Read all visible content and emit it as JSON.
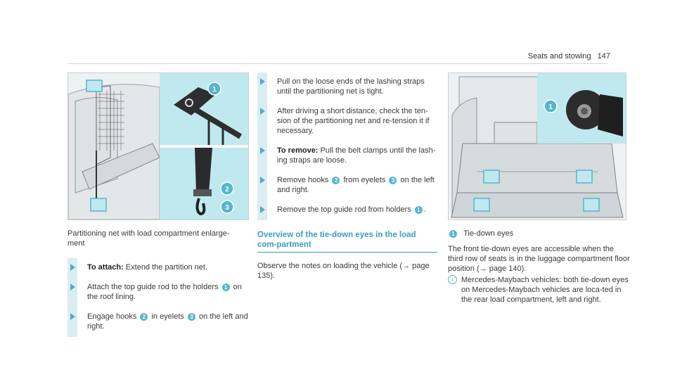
{
  "header": {
    "section": "Seats and stowing",
    "page": "147"
  },
  "figure1": {
    "callouts": [
      "1",
      "2",
      "3"
    ],
    "caption": "Partitioning net with load compartment enlarge-\nment"
  },
  "column1": {
    "steps": [
      {
        "bold": "To attach:",
        "text": " Extend the partition net."
      },
      {
        "pre": "Attach the top guide rod to the holders ",
        "badge": "1",
        "post": " on the roof lining."
      },
      {
        "pre": "Engage hooks ",
        "badge": "2",
        "mid": " in eyelets ",
        "badge2": "3",
        "post": " on the left and right."
      }
    ]
  },
  "column2": {
    "steps": [
      {
        "text": "Pull on the loose ends of the lashing straps until the partitioning net is tight."
      },
      {
        "text": "After driving a short distance, check the ten-sion of the partitioning net and re-tension it if necessary."
      },
      {
        "bold": "To remove:",
        "text": " Pull the belt clamps until the lash-ing straps are loose."
      },
      {
        "pre": "Remove hooks ",
        "badge": "2",
        "mid": " from eyelets ",
        "badge2": "3",
        "post": " on the left and right."
      },
      {
        "pre": "Remove the top guide rod from holders ",
        "badge": "1",
        "post": "."
      }
    ],
    "section_title": "Overview of the tie-down eyes in the load com-partment",
    "note_pre": "Observe the notes on loading the vehicle (",
    "note_arrow": "→",
    "note_post": " page 135)."
  },
  "figure2": {
    "callouts": [
      "1"
    ]
  },
  "column3": {
    "legend_badge": "1",
    "legend_text": "Tie-down eyes",
    "para_pre": "The front tie-down eyes are accessible when the third row of seats is in the luggage compartment floor position (",
    "para_arrow": "→",
    "para_post": " page 140).",
    "info_icon": "i",
    "info_text": "Mercedes-Maybach vehicles: both tie-down eyes on Mercedes-Maybach vehicles are loca-ted in the rear load compartment, left and right."
  },
  "colors": {
    "accent": "#3a9fc0",
    "badge": "#55b6cf",
    "highlight": "#d9eef3",
    "inset": "#bfe9ee"
  }
}
